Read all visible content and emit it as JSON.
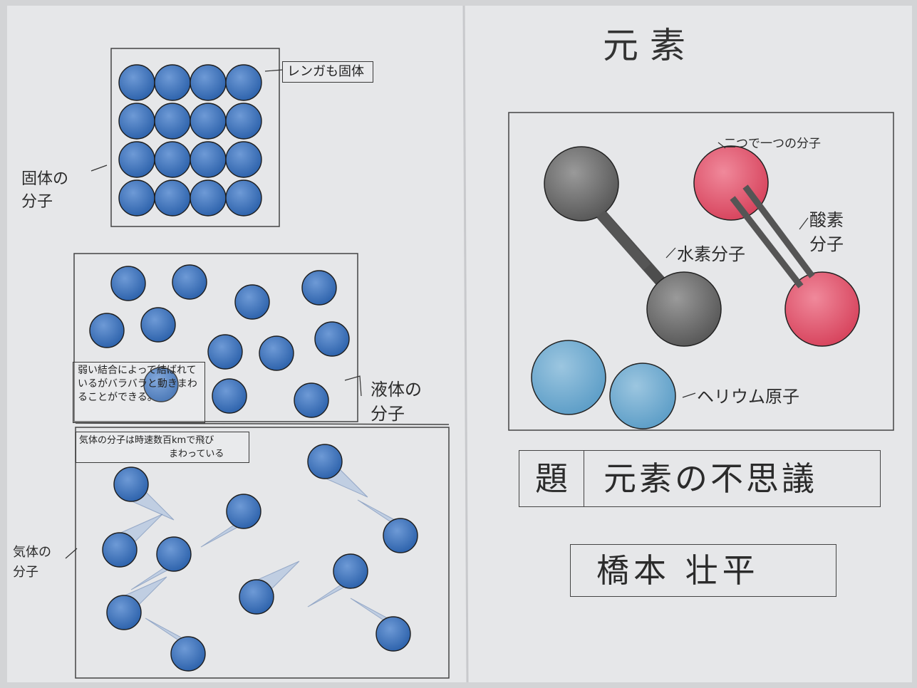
{
  "left_page": {
    "solid_label": "固体の\n分子",
    "solid_note": "レンガも固体",
    "liquid_label": "液体の\n分子",
    "liquid_note": "弱い結合によって結ばれているがバラバラと動きまわることができる。",
    "gas_label": "気体の\n分子",
    "gas_note_line1": "気体の分子は時速数百kmで飛び",
    "gas_note_line2": "まわっている"
  },
  "right_page": {
    "heading": "元 素",
    "pair_note": "二つで一つの分子",
    "oxygen_label": "酸素\n分子",
    "hydrogen_label": "水素分子",
    "helium_label": "ヘリウム原子",
    "title_prefix": "題",
    "title_text": "元素の不思議",
    "author": "橋本 壮平"
  },
  "colors": {
    "paper": "#e6e7e9",
    "ink": "#2b2b2b",
    "blue_molecule": "#3f78c0",
    "gray_hydrogen": "#6c6c6c",
    "red_oxygen": "#e0546e",
    "helium_blue": "#6aa8cf"
  }
}
